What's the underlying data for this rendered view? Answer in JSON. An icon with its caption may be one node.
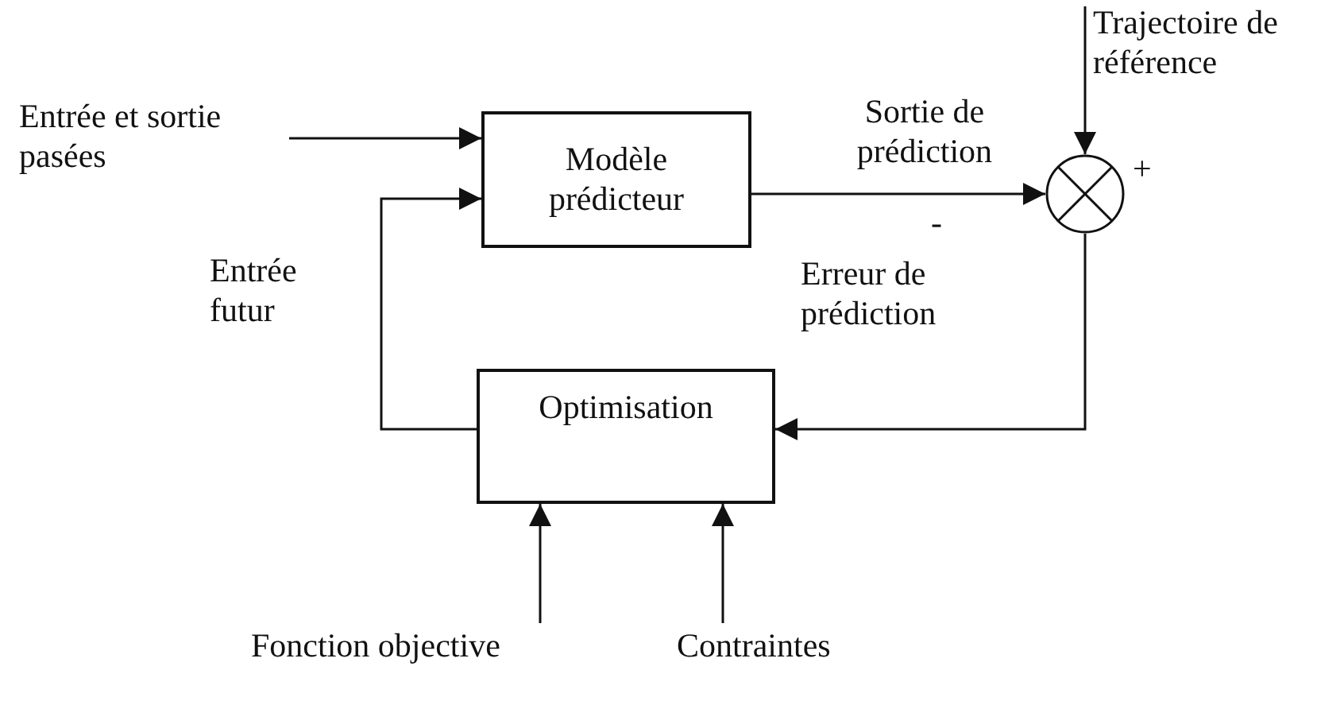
{
  "diagram": {
    "nodes": [
      {
        "text": [
          "Entrée et sortie pasées"
        ]
      },
      {
        "text": [
          "Modèle prédicteur"
        ]
      },
      {
        "text": [],
        "shape": "circle"
      },
      {
        "text": [
          "Optimisation"
        ]
      },
      {
        "text": [
          "Fonction objective"
        ]
      },
      {
        "text": [
          "Contraintes"
        ]
      }
    ],
    "edges": [
      {
        "from": 0,
        "to": 1,
        "arrow": "to"
      },
      {
        "from": 3,
        "to": 1,
        "arrow": "to",
        "label": "Entrée futur"
      },
      {
        "from": 1,
        "to": 2,
        "arrow": "to",
        "label": "Sortie de prédiction"
      },
      {
        "from": 2,
        "to": 3,
        "arrow": "to",
        "label": "Erreur de prédiction"
      },
      {
        "from": null,
        "to": 2,
        "arrow": "to",
        "label": "Trajectoire de référence"
      },
      {
        "from": 4,
        "to": 3,
        "arrow": "to"
      },
      {
        "from": 5,
        "to": 3,
        "arrow": "to"
      }
    ],
    "labels": [
      "+",
      "-"
    ]
  }
}
